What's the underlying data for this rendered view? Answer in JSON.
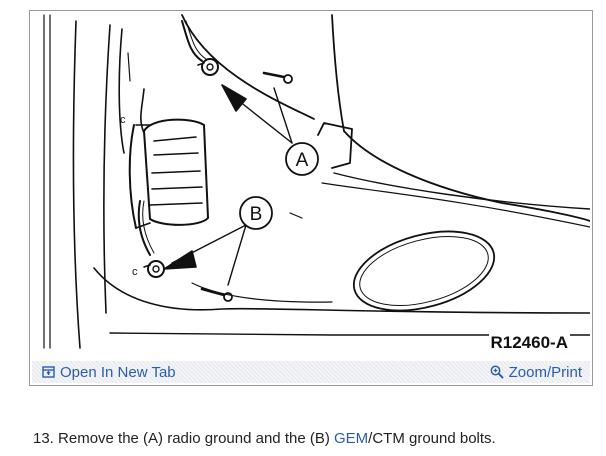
{
  "figure": {
    "code": "R12460-A",
    "callouts": {
      "a": "A",
      "b": "B"
    },
    "wire_markers": {
      "top": "c",
      "bottom": "c"
    }
  },
  "toolbar": {
    "open_label": "Open In New Tab",
    "zoom_label": "Zoom/Print"
  },
  "caption": {
    "prefix": "13. Remove the (A) radio ground and the (B) ",
    "link": "GEM",
    "suffix": "/CTM ground bolts."
  },
  "colors": {
    "link": "#2a5db0",
    "text": "#222222",
    "line_art": "#111111"
  },
  "icons": {
    "open": "open-new-tab-icon",
    "zoom": "magnifier-icon"
  }
}
